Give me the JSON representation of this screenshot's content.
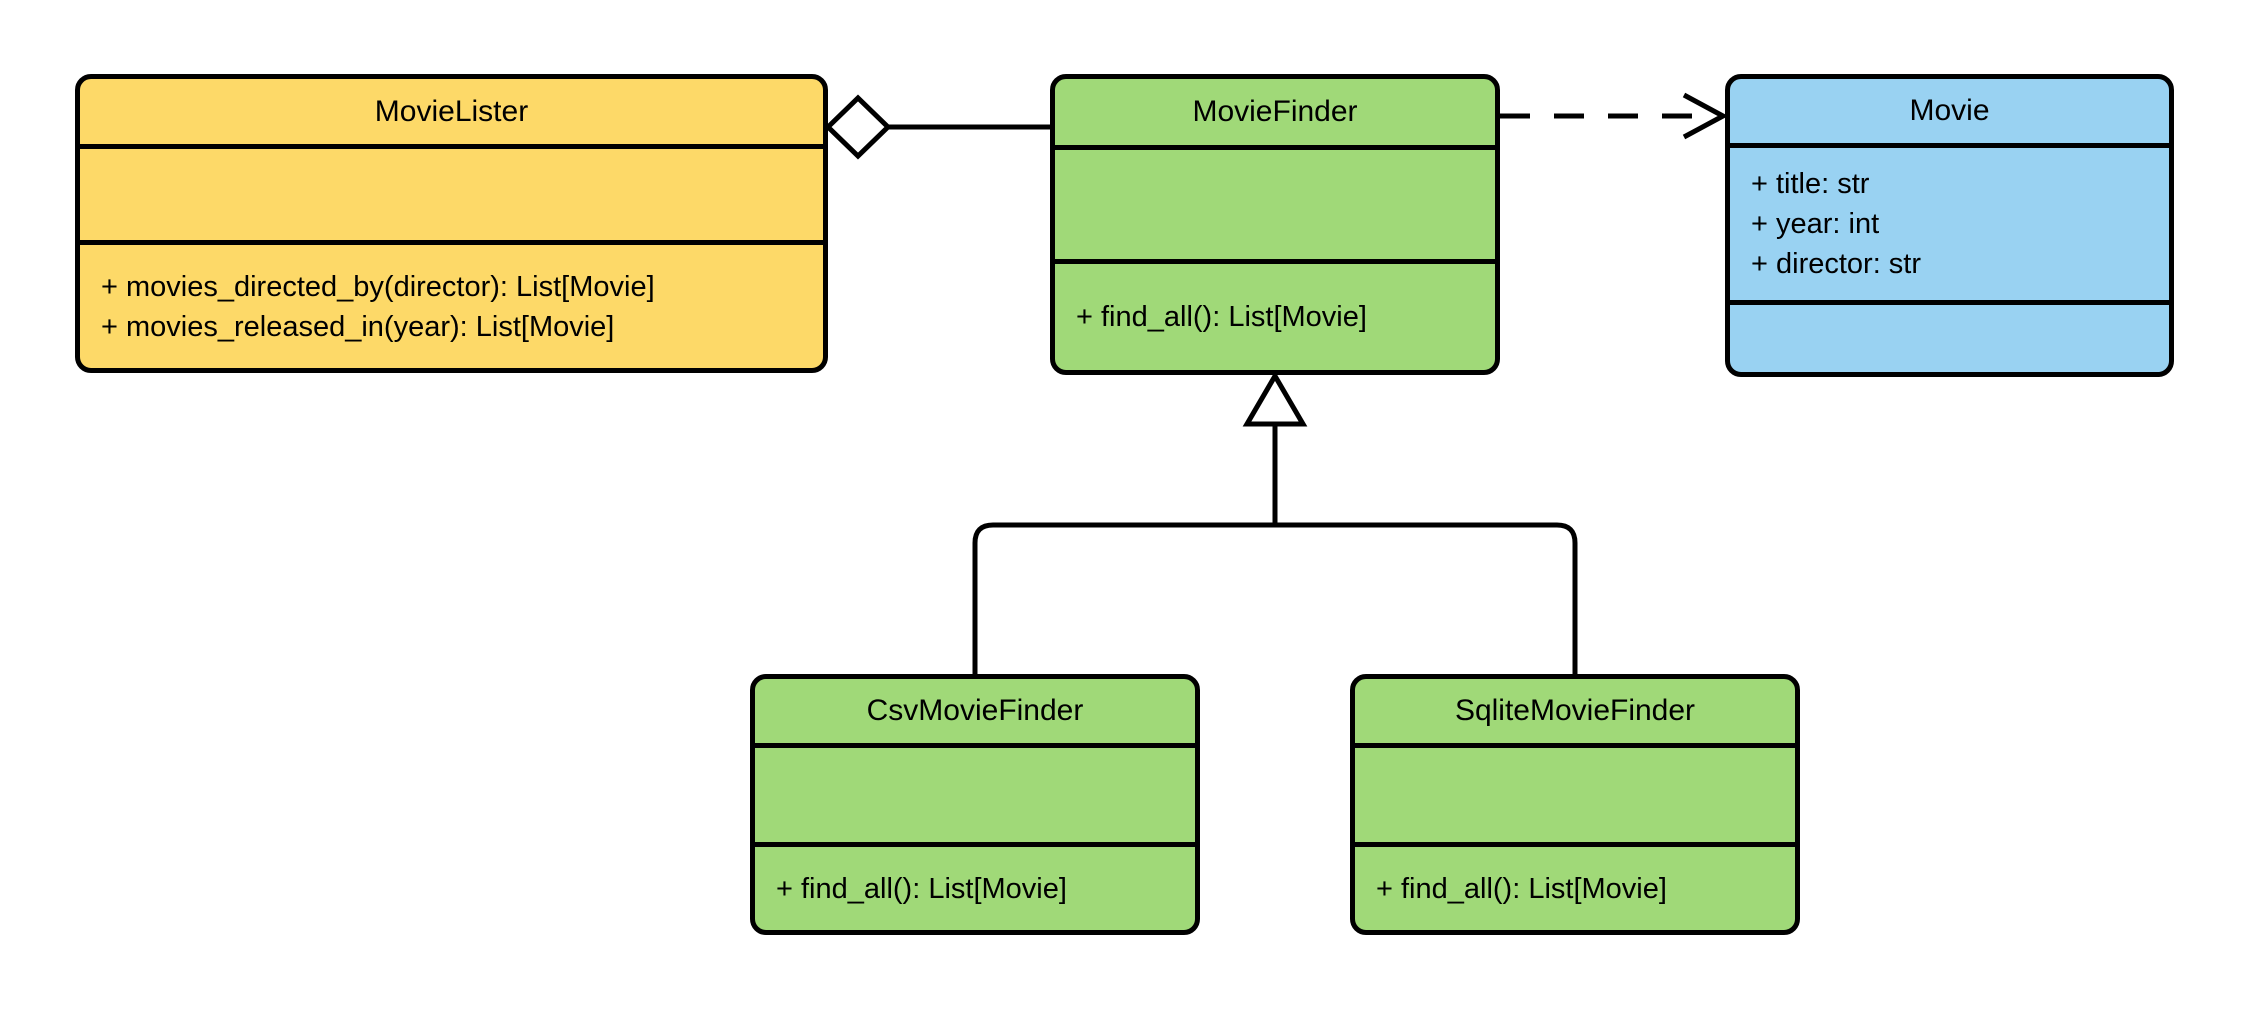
{
  "diagram": {
    "type": "uml-class-diagram",
    "background": "#ffffff",
    "line_color": "#000000",
    "classes": [
      {
        "name": "MovieLister",
        "fill": "#FDD968",
        "attributes": [],
        "methods": [
          "+ movies_directed_by(director): List[Movie]",
          "+ movies_released_in(year): List[Movie]"
        ]
      },
      {
        "name": "MovieFinder",
        "fill": "#A0D978",
        "attributes": [],
        "methods": [
          "+ find_all(): List[Movie]"
        ]
      },
      {
        "name": "Movie",
        "fill": "#99D2F2",
        "attributes": [
          "+ title: str",
          "+ year: int",
          "+ director: str"
        ],
        "methods": []
      },
      {
        "name": "CsvMovieFinder",
        "fill": "#A0D978",
        "attributes": [],
        "methods": [
          "+ find_all(): List[Movie]"
        ]
      },
      {
        "name": "SqliteMovieFinder",
        "fill": "#A0D978",
        "attributes": [],
        "methods": [
          "+ find_all(): List[Movie]"
        ]
      }
    ],
    "relationships": [
      {
        "type": "aggregation",
        "owner": "MovieLister",
        "part": "MovieFinder",
        "diamond_at": "MovieLister",
        "line_style": "solid"
      },
      {
        "type": "dependency",
        "from": "MovieFinder",
        "to": "Movie",
        "line_style": "dashed",
        "arrowhead": "open"
      },
      {
        "type": "generalization",
        "parent": "MovieFinder",
        "child": "CsvMovieFinder",
        "arrowhead": "hollow-triangle"
      },
      {
        "type": "generalization",
        "parent": "MovieFinder",
        "child": "SqliteMovieFinder",
        "arrowhead": "hollow-triangle"
      }
    ]
  }
}
